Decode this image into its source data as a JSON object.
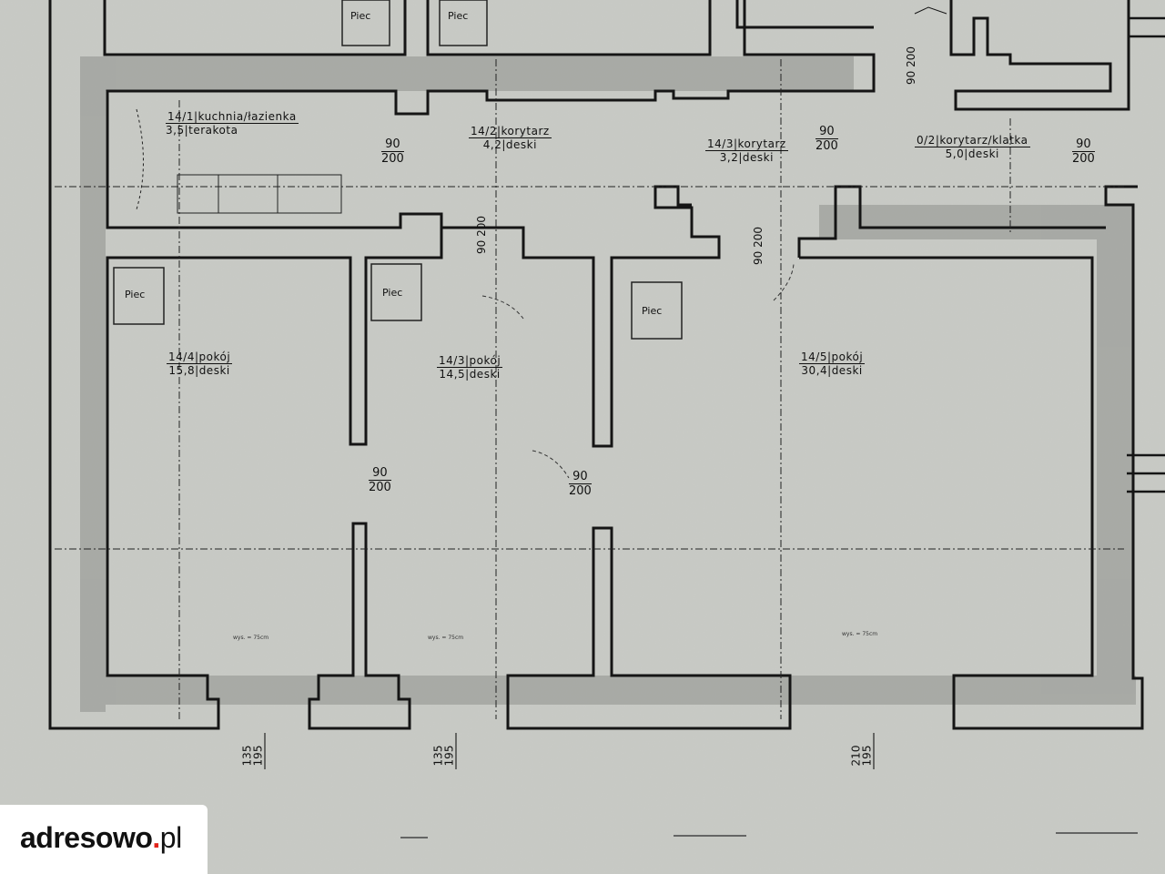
{
  "rooms": [
    {
      "id": "r1",
      "code": "14/1",
      "name": "kuchnia/łazienka",
      "area": "3,5",
      "unit": "terakota"
    },
    {
      "id": "r2",
      "code": "14/2",
      "name": "korytarz",
      "area": "4,2",
      "unit": "deski"
    },
    {
      "id": "r3",
      "code": "14/3",
      "name": "korytarz",
      "area": "3,2",
      "unit": "deski"
    },
    {
      "id": "r4",
      "code": "0/2",
      "name": "korytarz/klatka",
      "area": "5,0",
      "unit": "deski"
    },
    {
      "id": "r5",
      "code": "14/4",
      "name": "pokój",
      "area": "15,8",
      "unit": "deski"
    },
    {
      "id": "r6",
      "code": "14/3",
      "name": "pokój",
      "area": "14,5",
      "unit": "deski"
    },
    {
      "id": "r7",
      "code": "14/5",
      "name": "pokój",
      "area": "30,4",
      "unit": "deski"
    }
  ],
  "doors": {
    "width": "90",
    "height": "200"
  },
  "oven_label": "Piec",
  "height_note": "wys. = 75cm",
  "windows": [
    {
      "top": "135",
      "bot": "195"
    },
    {
      "top": "135",
      "bot": "195"
    },
    {
      "top": "210",
      "bot": "195"
    }
  ],
  "logo": {
    "main": "adresowo",
    "dot": ".",
    "tld": "pl"
  }
}
